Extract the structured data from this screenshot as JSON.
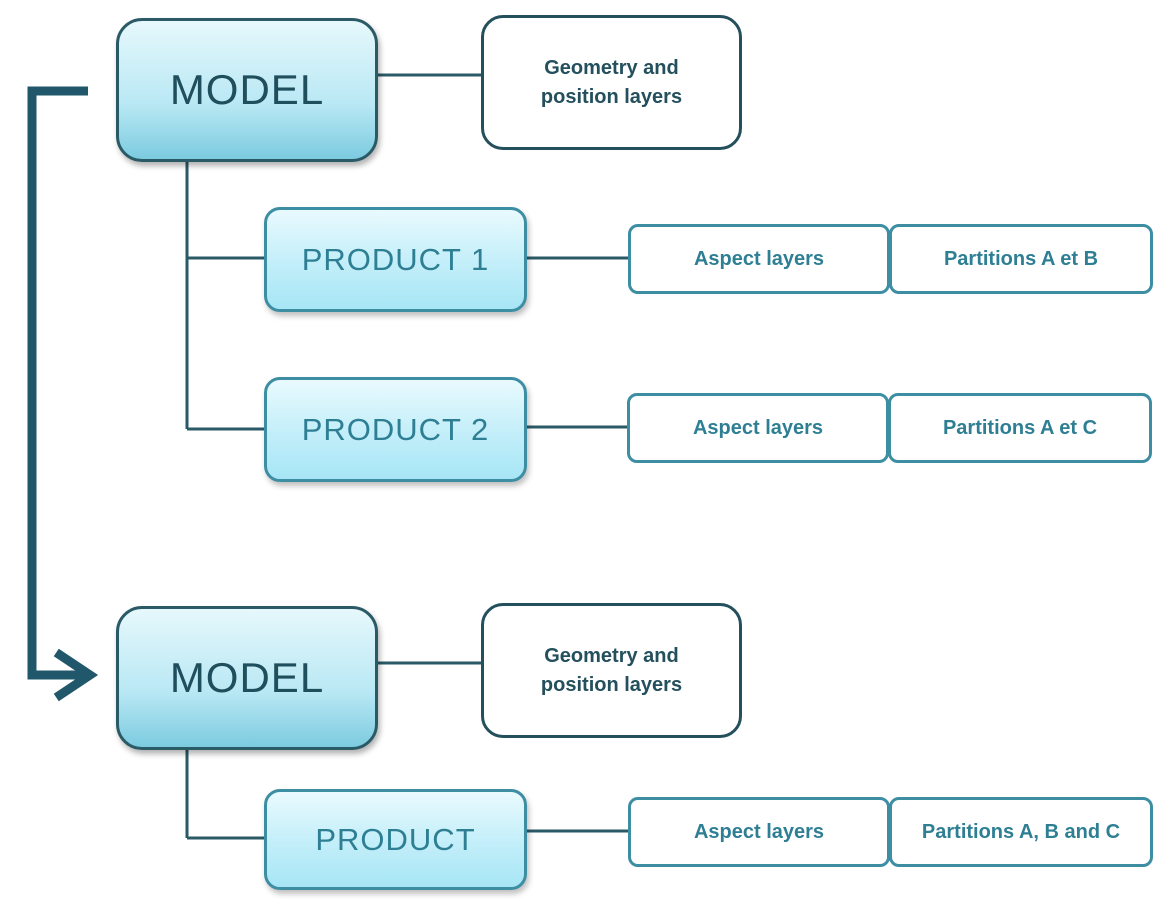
{
  "diagram": {
    "top": {
      "model": "MODEL",
      "geometry": [
        "Geometry and",
        "position layers"
      ],
      "products": [
        {
          "name": "PRODUCT 1",
          "aspect": "Aspect layers",
          "partitions": "Partitions A et B"
        },
        {
          "name": "PRODUCT 2",
          "aspect": "Aspect layers",
          "partitions": "Partitions A et C"
        }
      ]
    },
    "bottom": {
      "model": "MODEL",
      "geometry": [
        "Geometry and",
        "position layers"
      ],
      "products": [
        {
          "name": "PRODUCT",
          "aspect": "Aspect layers",
          "partitions": "Partitions A, B and C"
        }
      ]
    },
    "colors": {
      "dark_teal": "#244f5d",
      "teal": "#3e8ea3",
      "light_blue": "#b9e8f4"
    }
  }
}
